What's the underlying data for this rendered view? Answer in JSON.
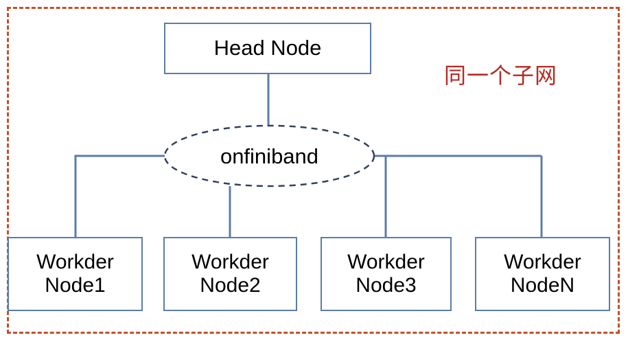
{
  "diagram": {
    "title_annotation": "同一个子网",
    "colors": {
      "boundary": "#c2512b",
      "node_border": "#5b7ca8",
      "connector": "#5b7ca8",
      "annotation_text": "#b52a23",
      "node_text": "#000000",
      "background": "#ffffff"
    },
    "head_node": {
      "label": "Head Node"
    },
    "fabric": {
      "label": "onfiniband",
      "shape": "dashed-ellipse"
    },
    "worker_nodes": [
      {
        "line1": "Workder",
        "line2": "Node1"
      },
      {
        "line1": "Workder",
        "line2": "Node2"
      },
      {
        "line1": "Workder",
        "line2": "Node3"
      },
      {
        "line1": "Workder",
        "line2": "NodeN"
      }
    ]
  }
}
